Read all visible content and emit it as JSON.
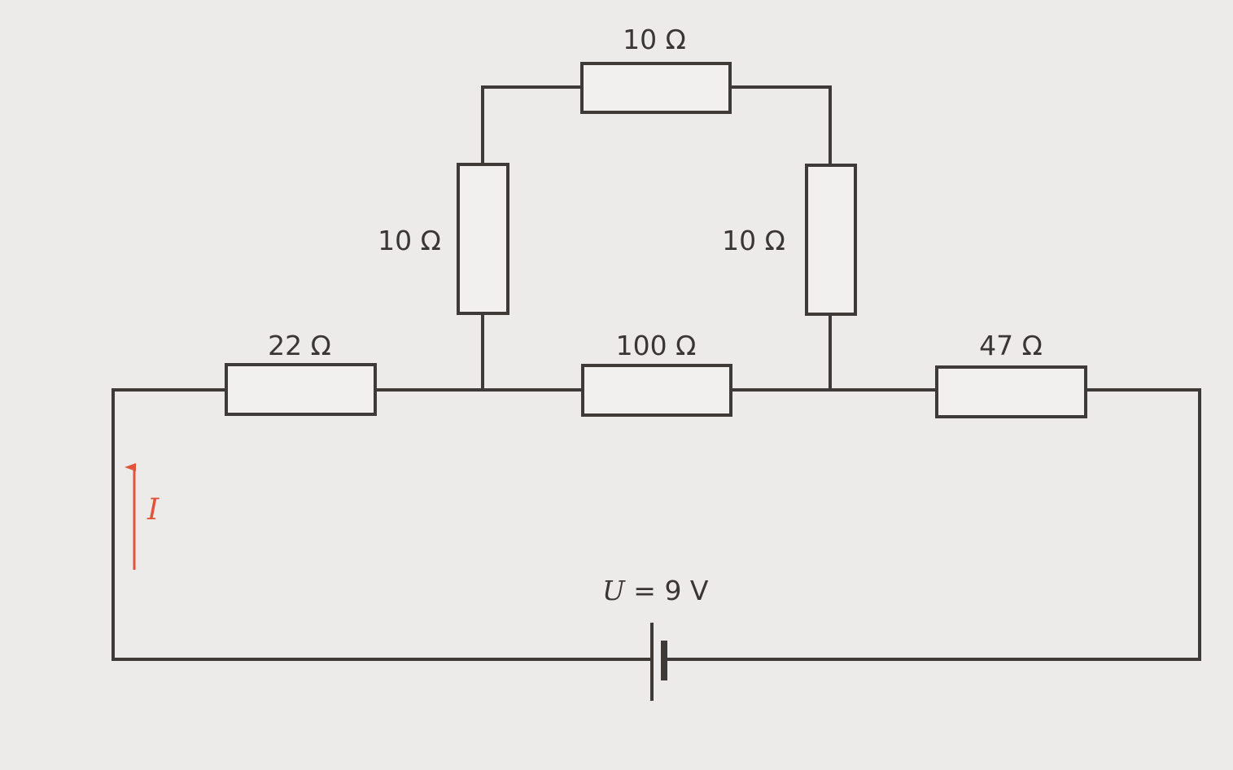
{
  "colors": {
    "wire": "#3e3a38",
    "current_arrow": "#e2543a",
    "background": "#ecebea"
  },
  "resistors": {
    "top": {
      "label": "10 Ω"
    },
    "left_vertical": {
      "label": "10 Ω"
    },
    "right_vertical": {
      "label": "10 Ω"
    },
    "bottom_left": {
      "label": "22 Ω"
    },
    "bottom_middle": {
      "label": "100 Ω"
    },
    "bottom_right": {
      "label": "47 Ω"
    }
  },
  "source": {
    "symbol": "U",
    "equals": " = 9 V"
  },
  "current": {
    "symbol": "I"
  }
}
